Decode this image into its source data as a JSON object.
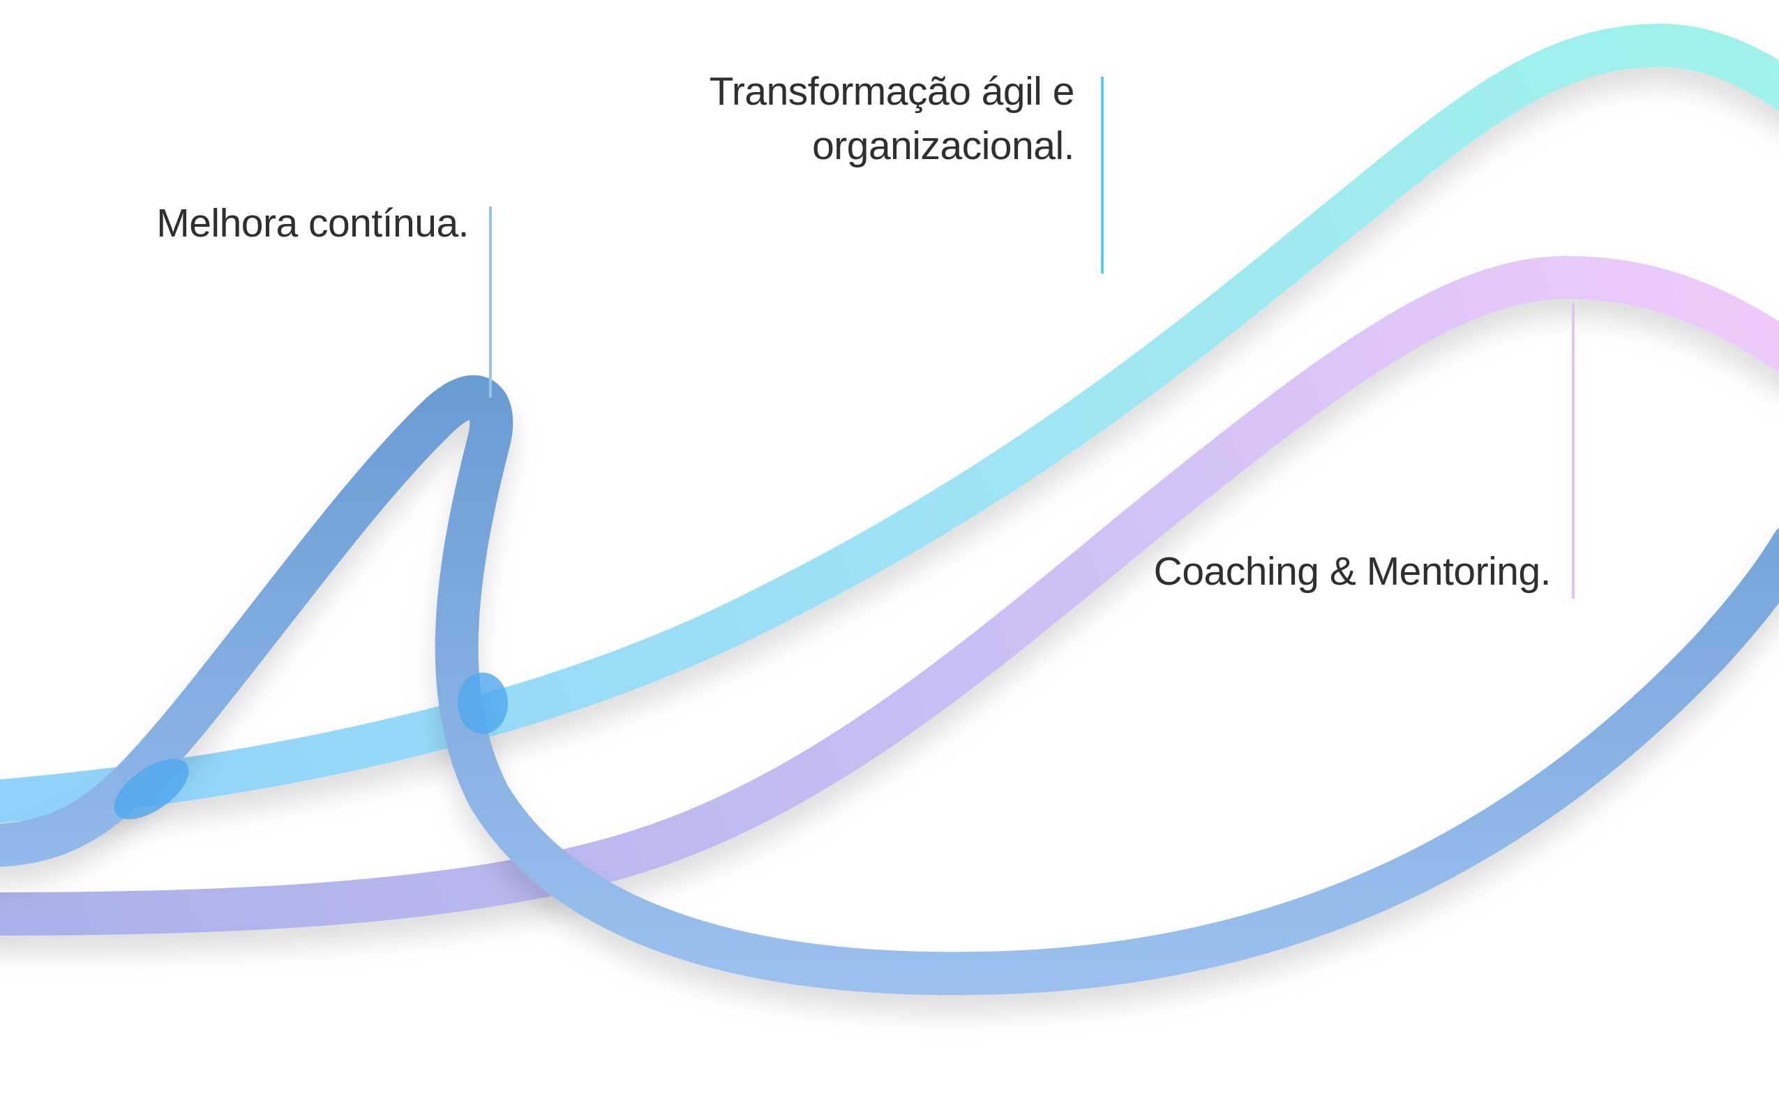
{
  "labels": {
    "melhora": "Melhora contínua.",
    "transformacao": "Transformação ágil e\norganizacional.",
    "coaching": "Coaching & Mentoring."
  },
  "colors": {
    "cyan_light": "#9ff3ea",
    "cyan_mid": "#9fe4f4",
    "sky_blue": "#8fd2fa",
    "lilac_light": "#efcbfb",
    "lilac_mid": "#c7bef3",
    "periwinkle": "#a9b1e9",
    "steel_blue_dark": "#6a9cd4",
    "steel_blue_light": "#9bc0ee",
    "overlap_blue": "#4fa8ee",
    "leader_blue": "#9bc3e6",
    "leader_cyan": "#55cbe9",
    "leader_lilac": "#e6c2f1",
    "text": "#2f2f33"
  }
}
